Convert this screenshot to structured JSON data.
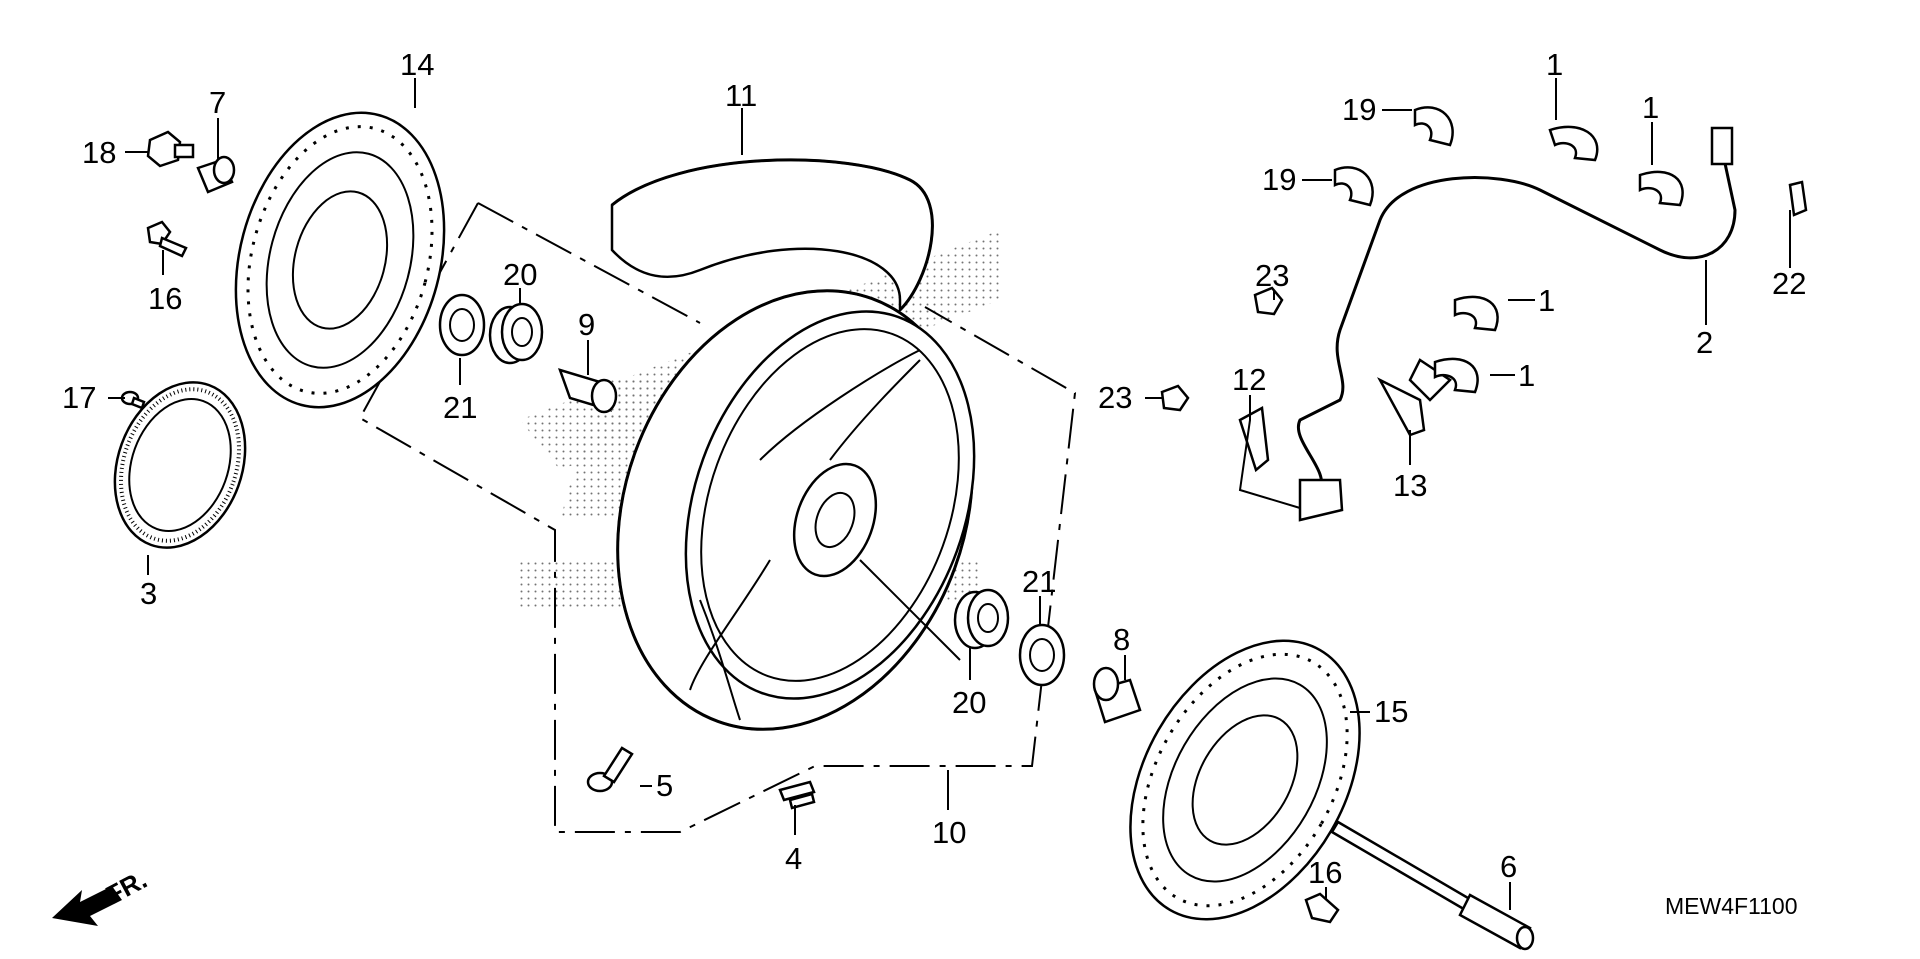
{
  "diagram": {
    "code": "MEW4F1100",
    "front_indicator": "FR.",
    "callouts": {
      "c1a": "1",
      "c1b": "1",
      "c1c": "1",
      "c1d": "1",
      "c2": "2",
      "c3": "3",
      "c4": "4",
      "c5": "5",
      "c6": "6",
      "c7": "7",
      "c8": "8",
      "c9": "9",
      "c10": "10",
      "c11": "11",
      "c12": "12",
      "c13": "13",
      "c14": "14",
      "c15": "15",
      "c16a": "16",
      "c16b": "16",
      "c17": "17",
      "c18": "18",
      "c19a": "19",
      "c19b": "19",
      "c20a": "20",
      "c20b": "20",
      "c21a": "21",
      "c21b": "21",
      "c22": "22",
      "c23a": "23",
      "c23b": "23"
    }
  }
}
